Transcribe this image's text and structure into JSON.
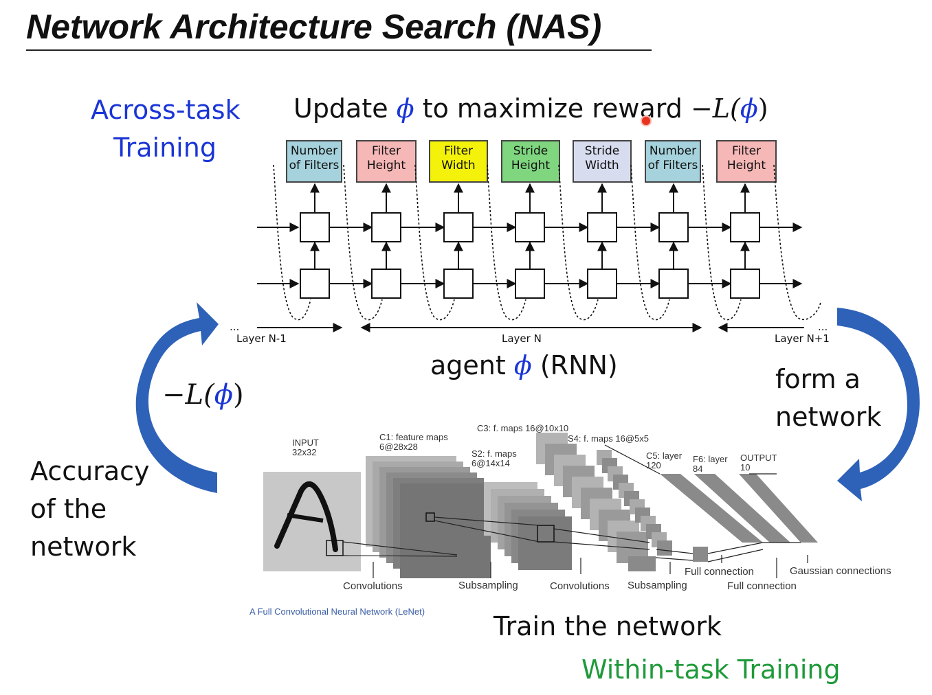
{
  "title": "Network Architecture Search (NAS)",
  "across": {
    "line1": "Across-task",
    "line2": "Training"
  },
  "update": {
    "pre": "Update ",
    "phi": "ϕ",
    "mid": " to maximize reward ",
    "loss_pre": "−L(",
    "loss_phi": "ϕ",
    "loss_post": ")"
  },
  "boxes": [
    {
      "line1": "Number",
      "line2": "of Filters",
      "color": "#a5d2dc"
    },
    {
      "line1": "Filter",
      "line2": "Height",
      "color": "#f6b7b7"
    },
    {
      "line1": "Filter",
      "line2": "Width",
      "color": "#f4f20a"
    },
    {
      "line1": "Stride",
      "line2": "Height",
      "color": "#7fd67f"
    },
    {
      "line1": "Stride",
      "line2": "Width",
      "color": "#d8dcef"
    },
    {
      "line1": "Number",
      "line2": "of Filters",
      "color": "#a5d2dc"
    },
    {
      "line1": "Filter",
      "line2": "Height",
      "color": "#f6b7b7"
    }
  ],
  "layers": {
    "prev": "Layer N-1",
    "cur": "Layer N",
    "next": "Layer N+1",
    "ellipsis": "..."
  },
  "agent": {
    "pre": "agent ",
    "phi": "ϕ",
    "post": " (RNN)"
  },
  "feedback": {
    "pre": "−L(",
    "phi": "ϕ",
    "post": ")"
  },
  "form": {
    "line1": "form a",
    "line2": "network"
  },
  "accuracy": {
    "line1": "Accuracy",
    "line2": "of the",
    "line3": "network"
  },
  "lenet": {
    "input": "INPUT",
    "input_size": "32x32",
    "c1": "C1: feature maps",
    "c1_size": "6@28x28",
    "s2": "S2: f. maps",
    "s2_size": "6@14x14",
    "c3": "C3: f. maps 16@10x10",
    "s4": "S4: f. maps 16@5x5",
    "c5": "C5: layer",
    "c5_size": "120",
    "f6": "F6: layer",
    "f6_size": "84",
    "out": "OUTPUT",
    "out_size": "10",
    "conv1": "Convolutions",
    "sub1": "Subsampling",
    "conv2": "Convolutions",
    "sub2": "Subsampling",
    "full1": "Full connection",
    "full2": "Full connection",
    "gauss": "Gaussian connections",
    "caption": "A Full Convolutional Neural Network (LeNet)"
  },
  "train": "Train the network",
  "within": "Within-task Training",
  "colors": {
    "blue": "#1a35d6",
    "green": "#1f9a3a",
    "arrow": "#2e62b8"
  }
}
